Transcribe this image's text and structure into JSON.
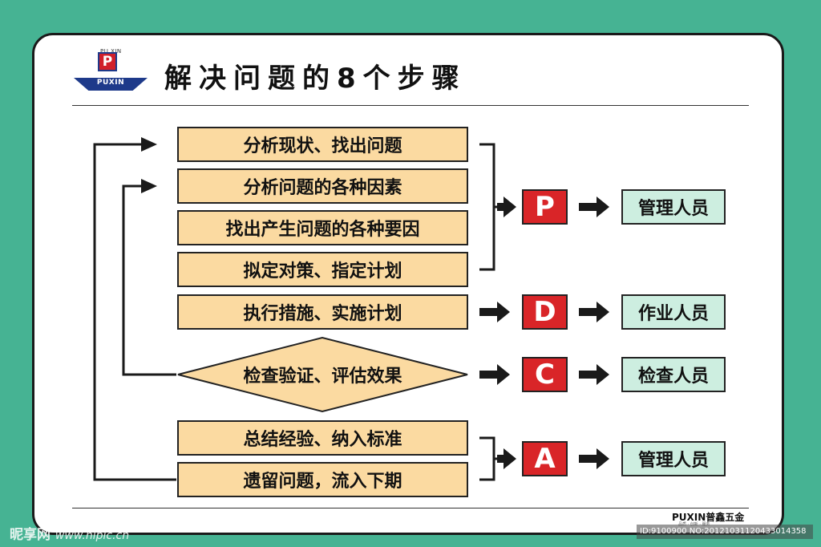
{
  "title": "解决问题的8个步骤",
  "logo": {
    "top_text": "PU XIN",
    "mark": "P",
    "name": "PUXIN"
  },
  "steps": [
    "分析现状、找出问题",
    "分析问题的各种因素",
    "找出产生问题的各种要因",
    "拟定对策、指定计划",
    "执行措施、实施计划",
    "检查验证、评估效果",
    "总结经验、纳入标准",
    "遗留问题，流入下期"
  ],
  "phases": [
    {
      "letter": "P",
      "role": "管理人员"
    },
    {
      "letter": "D",
      "role": "作业人员"
    },
    {
      "letter": "C",
      "role": "检查人员"
    },
    {
      "letter": "A",
      "role": "管理人员"
    }
  ],
  "colors": {
    "background": "#46b393",
    "step_fill": "#fbdaa1",
    "phase_fill": "#d92528",
    "role_fill": "#cdeee0"
  },
  "footer": {
    "brand": "PUXIN普鑫五金",
    "brand_sub": "品质 · 创新 · 服务"
  },
  "watermark": {
    "left_name": "昵享网",
    "left_url": "www.nipic.cn",
    "right": "ID:9100900 NO:20121031120433014358"
  }
}
